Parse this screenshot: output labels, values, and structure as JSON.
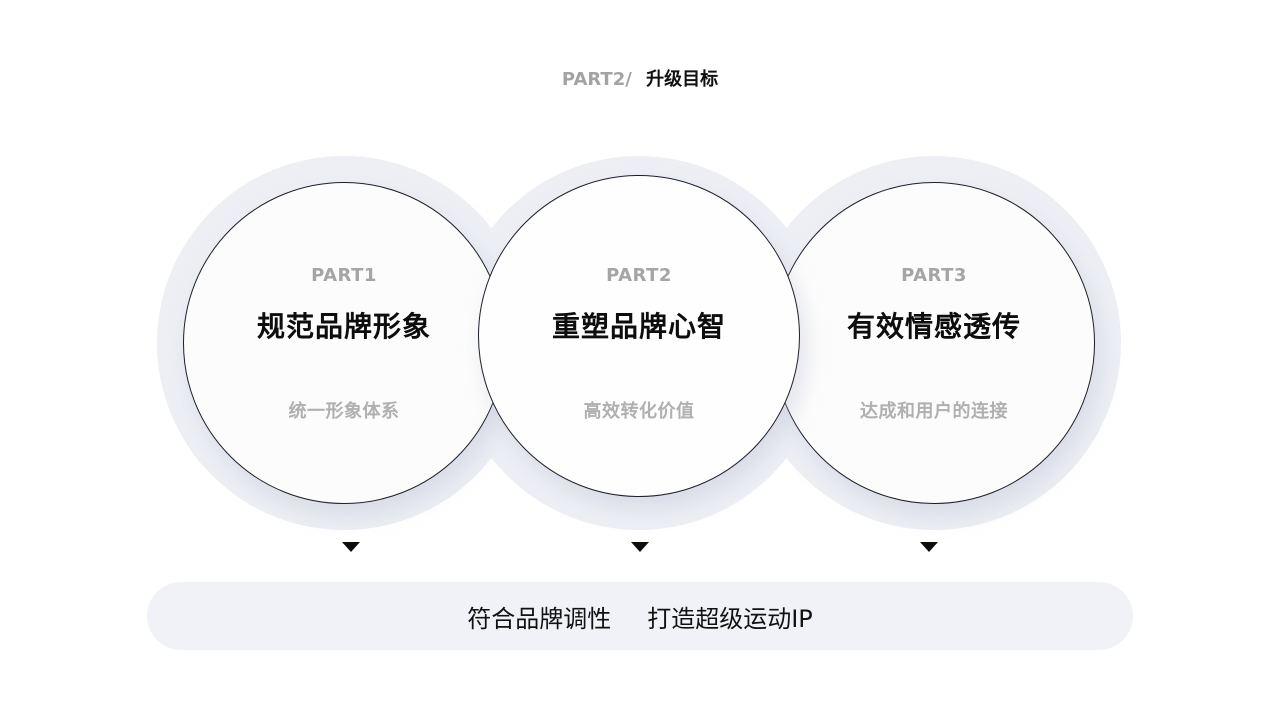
{
  "header": {
    "prefix": "PART2/",
    "title": "升级目标"
  },
  "parts": [
    {
      "label": "PART1",
      "heading": "规范品牌形象",
      "sub": "统一形象体系"
    },
    {
      "label": "PART2",
      "heading": "重塑品牌心智",
      "sub": "高效转化价值"
    },
    {
      "label": "PART3",
      "heading": "有效情感透传",
      "sub": "达成和用户的连接"
    }
  ],
  "summary": {
    "left": "符合品牌调性",
    "right": "打造超级运动IP"
  },
  "colors": {
    "halo": "#eceef4",
    "pill": "#f1f2f7",
    "muted_text": "#a5a5a5",
    "dark_text": "#0d0d0d"
  }
}
